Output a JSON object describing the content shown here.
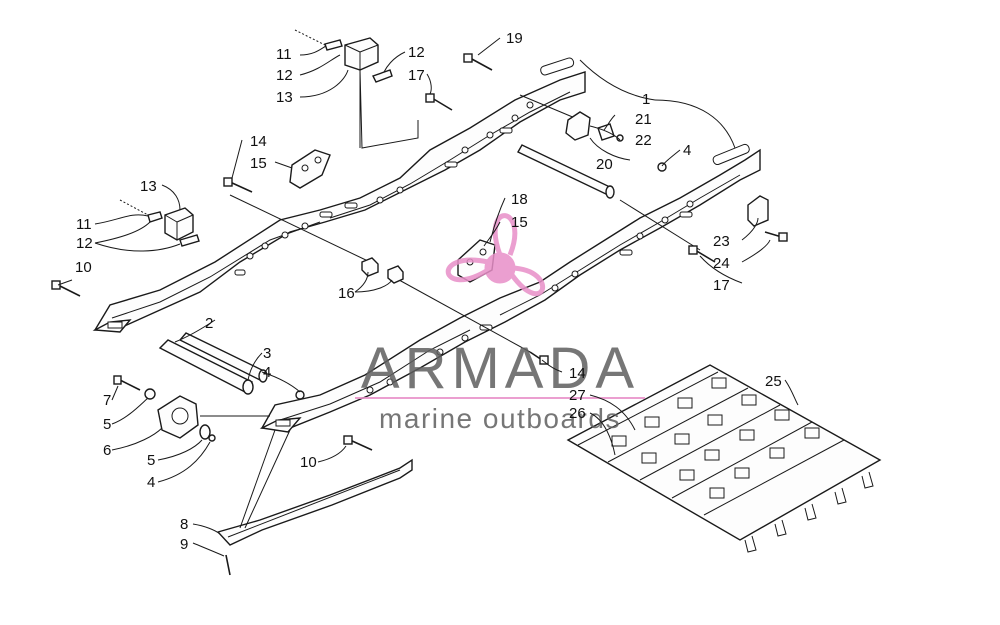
{
  "callouts": [
    {
      "id": "c1",
      "text": "1"
    },
    {
      "id": "c2",
      "text": "2"
    },
    {
      "id": "c3",
      "text": "3"
    },
    {
      "id": "c4a",
      "text": "4"
    },
    {
      "id": "c4b",
      "text": "4"
    },
    {
      "id": "c4c",
      "text": "4"
    },
    {
      "id": "c5a",
      "text": "5"
    },
    {
      "id": "c5b",
      "text": "5"
    },
    {
      "id": "c6",
      "text": "6"
    },
    {
      "id": "c7",
      "text": "7"
    },
    {
      "id": "c8",
      "text": "8"
    },
    {
      "id": "c9",
      "text": "9"
    },
    {
      "id": "c10a",
      "text": "10"
    },
    {
      "id": "c10b",
      "text": "10"
    },
    {
      "id": "c11a",
      "text": "11"
    },
    {
      "id": "c11b",
      "text": "11"
    },
    {
      "id": "c12a",
      "text": "12"
    },
    {
      "id": "c12b",
      "text": "12"
    },
    {
      "id": "c12c",
      "text": "12"
    },
    {
      "id": "c13a",
      "text": "13"
    },
    {
      "id": "c13b",
      "text": "13"
    },
    {
      "id": "c14a",
      "text": "14"
    },
    {
      "id": "c14b",
      "text": "14"
    },
    {
      "id": "c15a",
      "text": "15"
    },
    {
      "id": "c15b",
      "text": "15"
    },
    {
      "id": "c16",
      "text": "16"
    },
    {
      "id": "c17a",
      "text": "17"
    },
    {
      "id": "c17b",
      "text": "17"
    },
    {
      "id": "c18",
      "text": "18"
    },
    {
      "id": "c19",
      "text": "19"
    },
    {
      "id": "c20",
      "text": "20"
    },
    {
      "id": "c21",
      "text": "21"
    },
    {
      "id": "c22",
      "text": "22"
    },
    {
      "id": "c23",
      "text": "23"
    },
    {
      "id": "c24",
      "text": "24"
    },
    {
      "id": "c25",
      "text": "25"
    },
    {
      "id": "c26",
      "text": "26"
    },
    {
      "id": "c27",
      "text": "27"
    }
  ],
  "watermark": {
    "brand": "ARMADA",
    "tagline": "marine outboards",
    "color": "#e88fc8"
  }
}
